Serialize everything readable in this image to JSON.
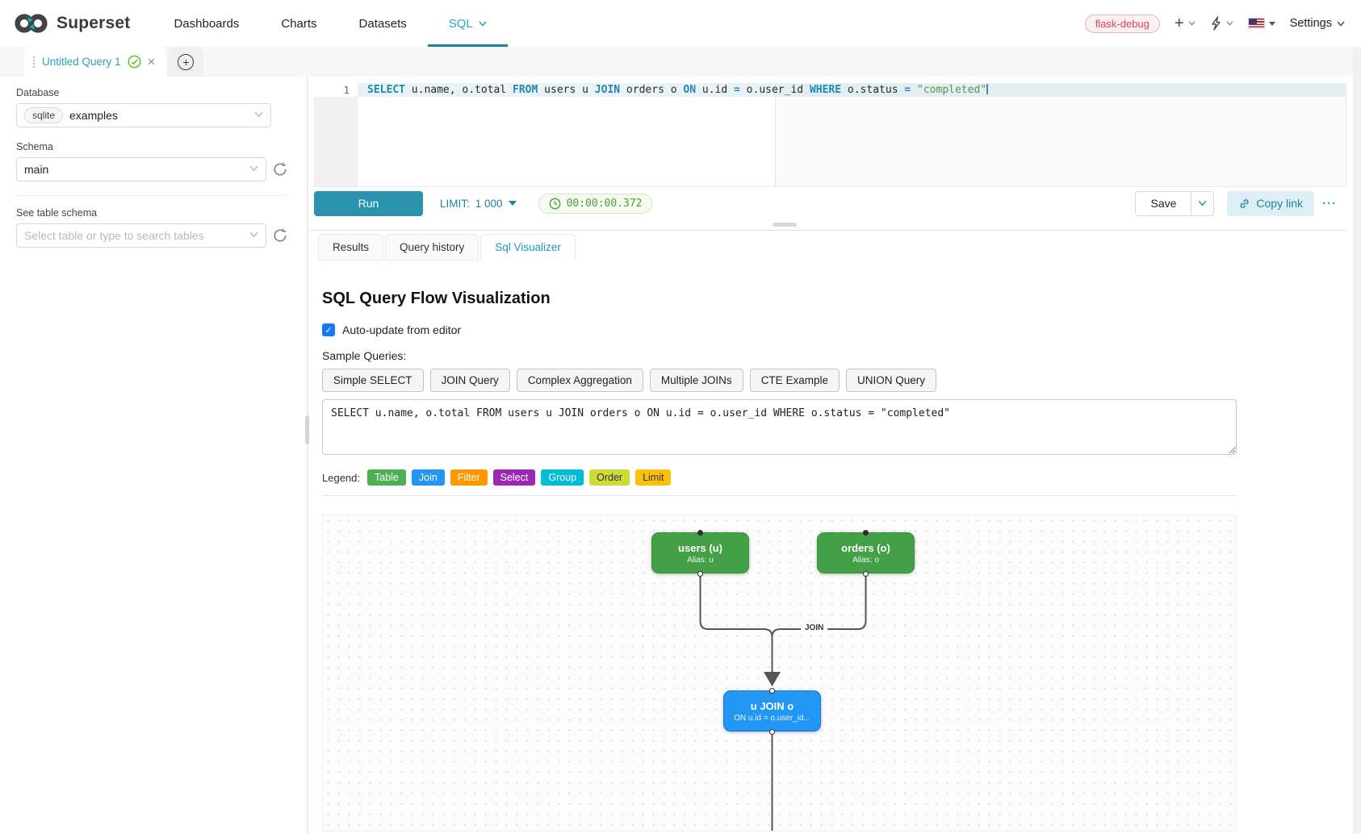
{
  "nav": {
    "brand": "Superset",
    "items": [
      {
        "label": "Dashboards"
      },
      {
        "label": "Charts"
      },
      {
        "label": "Datasets"
      },
      {
        "label": "SQL"
      }
    ],
    "env_tag": "flask-debug",
    "settings_label": "Settings"
  },
  "icons": {
    "close": "×",
    "plus": "+",
    "more": "···",
    "check": "✓"
  },
  "colors": {
    "primary": "#20a7c9",
    "run_button": "#2b93ae",
    "timer_green": "#4a9e3a",
    "env_red": "#e04355",
    "checkbox_blue": "#1677ff",
    "node_green": "#43a047",
    "node_blue": "#2196f3",
    "edge_gray": "#555555"
  },
  "query_tab": {
    "label": "Untitled Query 1"
  },
  "sidebar": {
    "database_label": "Database",
    "database_engine": "sqlite",
    "database_value": "examples",
    "schema_label": "Schema",
    "schema_value": "main",
    "table_label": "See table schema",
    "table_placeholder": "Select table or type to search tables"
  },
  "editor": {
    "line_number": "1",
    "tokens": [
      {
        "t": "SELECT",
        "c": "tok-kw"
      },
      {
        "t": " u.name, o.total ",
        "c": "tok-plain"
      },
      {
        "t": "FROM",
        "c": "tok-kw"
      },
      {
        "t": " users u ",
        "c": "tok-plain"
      },
      {
        "t": "JOIN",
        "c": "tok-kw"
      },
      {
        "t": " orders o ",
        "c": "tok-plain"
      },
      {
        "t": "ON",
        "c": "tok-kw"
      },
      {
        "t": " u.id ",
        "c": "tok-plain"
      },
      {
        "t": "=",
        "c": "tok-kw"
      },
      {
        "t": " o.user_id ",
        "c": "tok-plain"
      },
      {
        "t": "WHERE",
        "c": "tok-kw"
      },
      {
        "t": " o.status ",
        "c": "tok-plain"
      },
      {
        "t": "=",
        "c": "tok-kw"
      },
      {
        "t": " ",
        "c": "tok-plain"
      },
      {
        "t": "\"completed\"",
        "c": "tok-str"
      }
    ]
  },
  "toolbar": {
    "run_label": "Run",
    "limit_label": "LIMIT:",
    "limit_value": "1 000",
    "timer": "00:00:00.372",
    "save_label": "Save",
    "copy_link_label": "Copy link"
  },
  "south_tabs": [
    {
      "label": "Results"
    },
    {
      "label": "Query history"
    },
    {
      "label": "Sql Visualizer"
    }
  ],
  "visualizer": {
    "title": "SQL Query Flow Visualization",
    "autoupdate_label": "Auto-update from editor",
    "sample_queries_label": "Sample Queries:",
    "sample_buttons": [
      {
        "label": "Simple SELECT"
      },
      {
        "label": "JOIN Query"
      },
      {
        "label": "Complex Aggregation"
      },
      {
        "label": "Multiple JOINs"
      },
      {
        "label": "CTE Example"
      },
      {
        "label": "UNION Query"
      }
    ],
    "sql_text": "SELECT u.name, o.total FROM users u JOIN orders o ON u.id = o.user_id WHERE o.status = \"completed\"",
    "legend": {
      "label": "Legend:",
      "tags": [
        {
          "label": "Table",
          "style": "background:#4caf50"
        },
        {
          "label": "Join",
          "style": "background:#2196f3"
        },
        {
          "label": "Filter",
          "style": "background:#ff9800"
        },
        {
          "label": "Select",
          "style": "background:#9c27b0"
        },
        {
          "label": "Group",
          "style": "background:#00bcd4"
        },
        {
          "label": "Order",
          "style": "background:#cddc39;color:#333"
        },
        {
          "label": "Limit",
          "style": "background:#ffc107;color:#333"
        }
      ]
    },
    "flow": {
      "nodes": [
        {
          "title": "users (u)",
          "subtitle": "Alias: u"
        },
        {
          "title": "orders (o)",
          "subtitle": "Alias: o"
        },
        {
          "title": "u JOIN o",
          "subtitle": "ON u.id = o.user_id..."
        }
      ],
      "edge_label": "JOIN"
    }
  }
}
